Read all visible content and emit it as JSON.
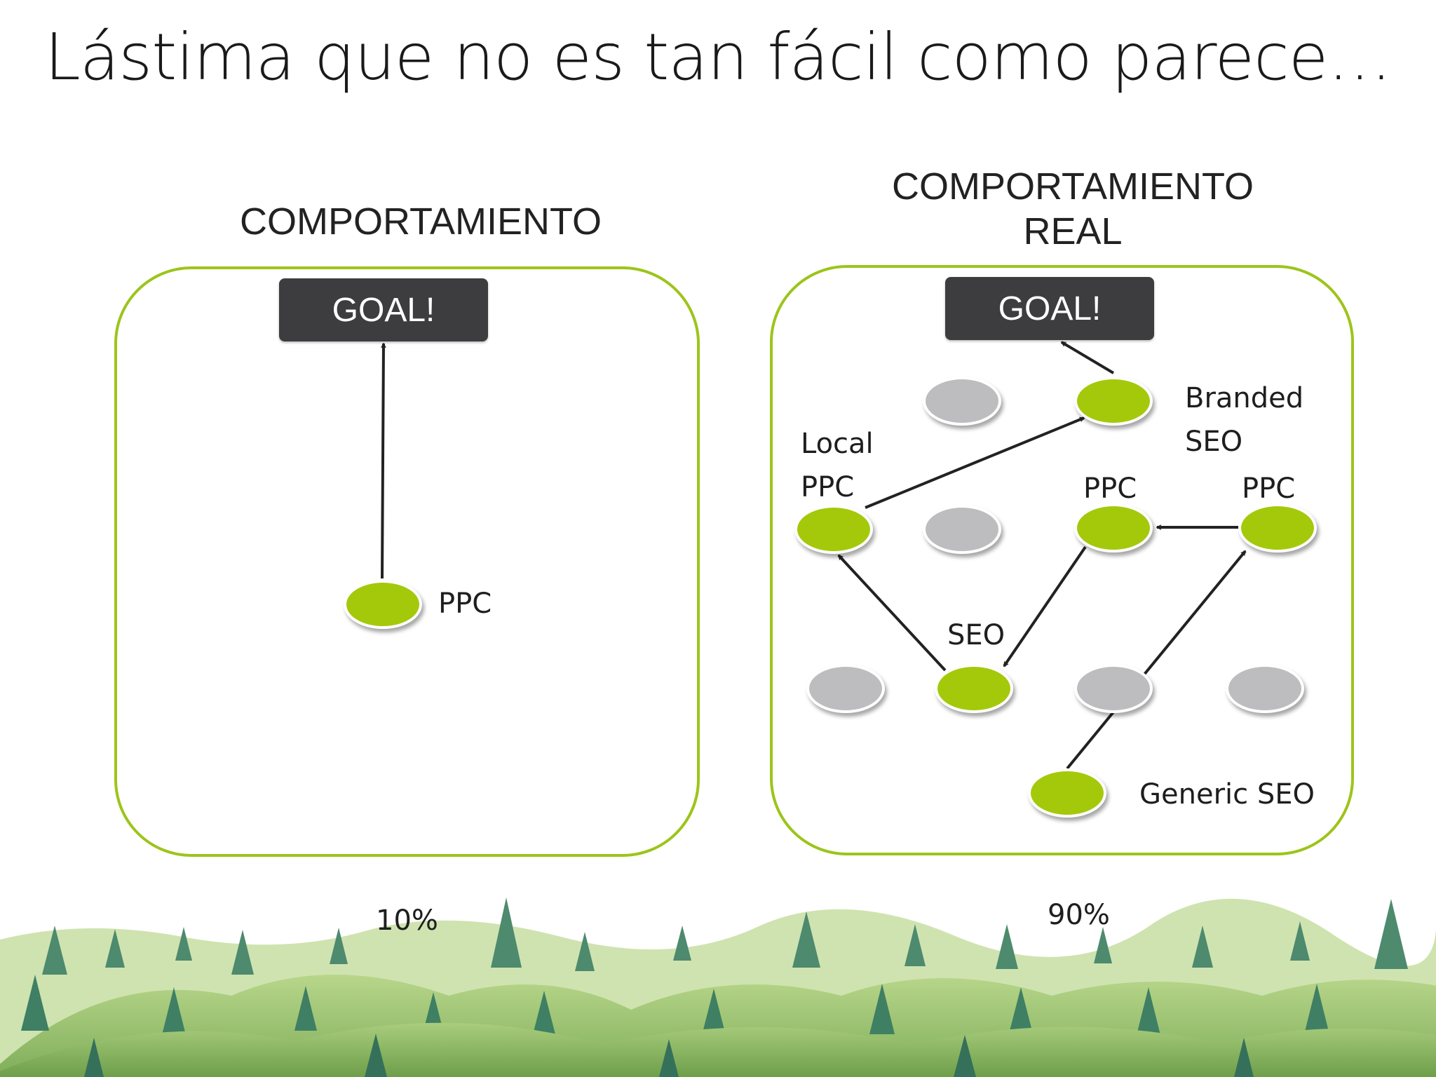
{
  "title": "Lástima que no es tan fácil como parece…",
  "left": {
    "heading": "COMPORTAMIENTO",
    "goal": "GOAL!",
    "nodes": [
      {
        "label": "PPC",
        "color": "green"
      }
    ],
    "edges": [
      [
        "PPC",
        "GOAL!"
      ]
    ],
    "percentage": "10%"
  },
  "right": {
    "heading_line1": "COMPORTAMIENTO",
    "heading_line2": "REAL",
    "goal": "GOAL!",
    "labels": {
      "branded_line1": "Branded",
      "branded_line2": "SEO",
      "local_line1": "Local",
      "local_line2": "PPC",
      "ppc_mid": "PPC",
      "ppc_right": "PPC",
      "seo": "SEO",
      "generic_seo": "Generic SEO"
    },
    "nodes": [
      {
        "id": "branded-seo",
        "color": "green"
      },
      {
        "id": "local-ppc",
        "color": "green"
      },
      {
        "id": "ppc-mid",
        "color": "green"
      },
      {
        "id": "ppc-right",
        "color": "green"
      },
      {
        "id": "seo",
        "color": "green"
      },
      {
        "id": "generic-seo",
        "color": "green"
      },
      {
        "id": "grey-1",
        "color": "grey"
      },
      {
        "id": "grey-2",
        "color": "grey"
      },
      {
        "id": "grey-3",
        "color": "grey"
      },
      {
        "id": "grey-4",
        "color": "grey"
      },
      {
        "id": "grey-5",
        "color": "grey"
      }
    ],
    "edges": [
      [
        "generic-seo",
        "ppc-right"
      ],
      [
        "ppc-right",
        "ppc-mid"
      ],
      [
        "ppc-mid",
        "seo"
      ],
      [
        "seo",
        "local-ppc"
      ],
      [
        "local-ppc",
        "branded-seo"
      ],
      [
        "branded-seo",
        "goal"
      ]
    ],
    "percentage": "90%"
  },
  "colors": {
    "accent_green": "#a4c90b",
    "panel_border": "#9dc41a",
    "goal_box": "#3d3d3f",
    "inactive_node": "#bdbdbf"
  }
}
